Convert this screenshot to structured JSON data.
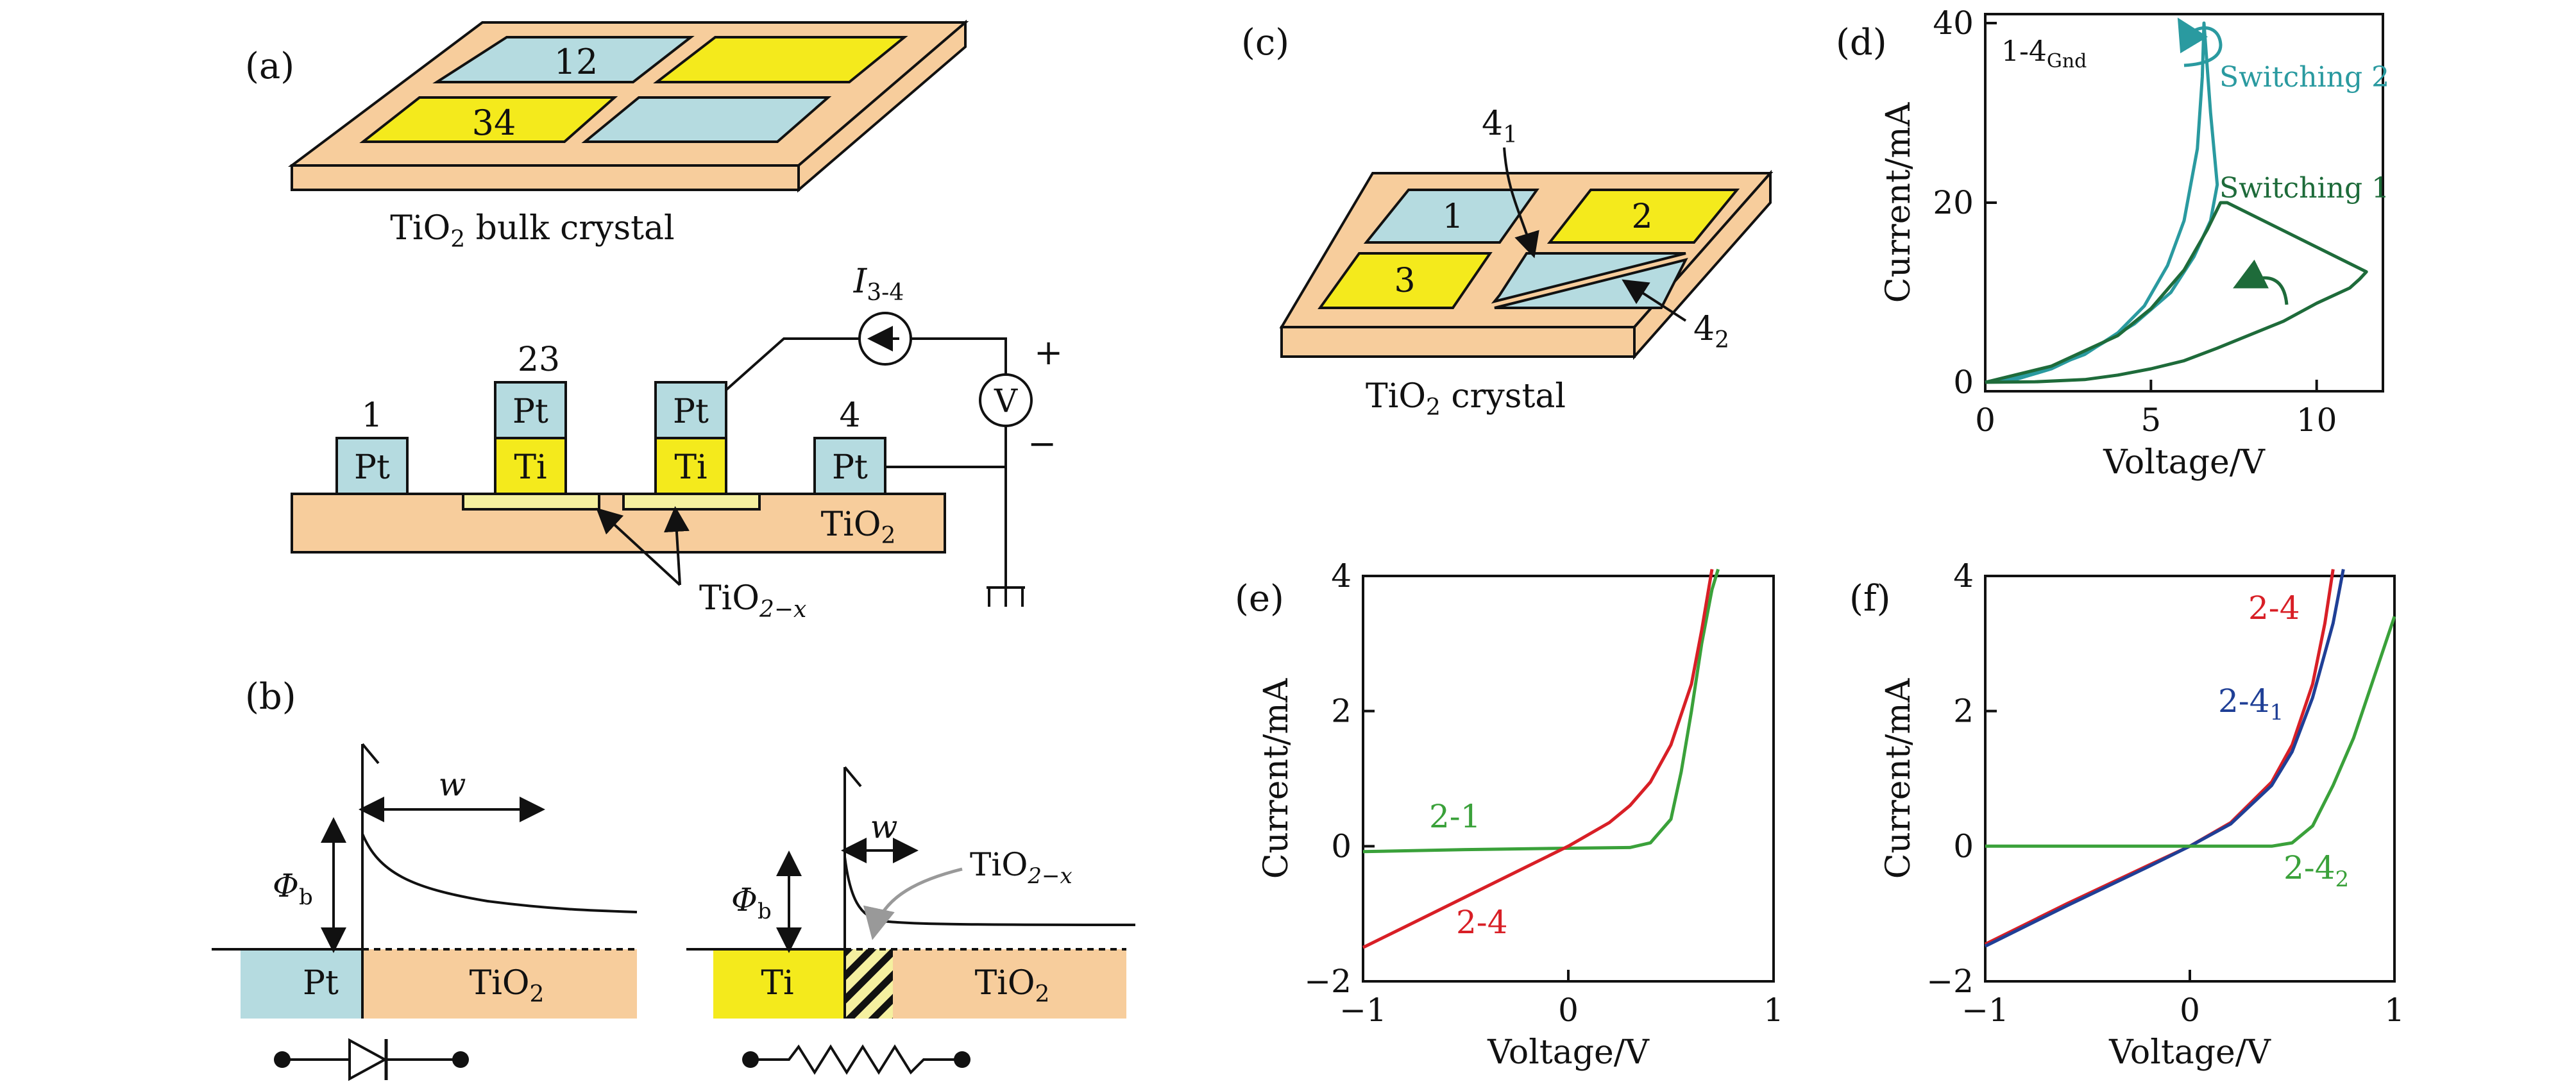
{
  "colors": {
    "tio2": "#f7cd9c",
    "pt": "#b5dbe0",
    "ti": "#f4ea1c",
    "reduced": "#f5f0a0",
    "red": "#d81f26",
    "green": "#3aa13a",
    "blue": "#1f3f96",
    "teal": "#2a9aa0",
    "darkgreen": "#1e6b3a"
  },
  "panel_a": {
    "label": "(a)",
    "pad_labels": [
      "12",
      "34"
    ],
    "crystal_caption_main": "TiO",
    "crystal_caption_sub": "2",
    "crystal_caption_rest": " bulk crystal",
    "electrode_numbers": [
      "1",
      "23",
      "4"
    ],
    "current_label_main": "I",
    "current_label_sub": "3-4",
    "voltmeter": "V",
    "plus": "+",
    "minus": "−",
    "blocks": {
      "pt": "Pt",
      "ti": "Ti"
    },
    "substrate_main": "TiO",
    "substrate_sub": "2",
    "reduced_main": "TiO",
    "reduced_sub": "2−x"
  },
  "panel_b": {
    "label": "(b)",
    "phi_main": "Φ",
    "phi_sub": "b",
    "w": "w",
    "left_metal": "Pt",
    "right_metal": "Ti",
    "oxide_main": "TiO",
    "oxide_sub": "2",
    "reduced_main": "TiO",
    "reduced_sub": "2−x"
  },
  "panel_c": {
    "label": "(c)",
    "pads": [
      "1",
      "2",
      "3"
    ],
    "callout1_main": "4",
    "callout1_sub": "1",
    "callout2_main": "4",
    "callout2_sub": "2",
    "caption_main": "TiO",
    "caption_sub": "2",
    "caption_rest": " crystal"
  },
  "chart_data": [
    {
      "panel": "(d)",
      "type": "line",
      "xlabel": "Voltage/V",
      "ylabel": "Current/mA",
      "xlim": [
        0,
        12
      ],
      "ylim": [
        -1,
        41
      ],
      "xticks": [
        0,
        5,
        10
      ],
      "yticks": [
        0,
        20,
        40
      ],
      "annotation_main": "1-4",
      "annotation_sub": "Gnd",
      "series": [
        {
          "name": "Switching 2",
          "color": "#2a9aa0",
          "x": [
            0,
            1,
            2,
            3,
            4,
            4.8,
            5.5,
            6,
            6.4,
            6.55,
            6.6,
            6.8,
            7,
            7.0,
            6.8,
            6.3,
            5.6,
            4.5,
            3.2,
            2,
            1,
            0
          ],
          "y": [
            0,
            0.6,
            1.7,
            3.1,
            5.5,
            8.5,
            13,
            18,
            26,
            34,
            40,
            30,
            22,
            22,
            18,
            14,
            10,
            6.5,
            3.6,
            1.5,
            0.4,
            0
          ]
        },
        {
          "name": "Switching 1",
          "color": "#1e6b3a",
          "x": [
            0,
            2,
            4,
            5,
            6,
            6.7,
            7.1,
            7.3,
            11.5,
            11.3,
            11,
            10,
            9,
            8,
            7,
            6,
            5,
            4,
            3,
            1.5,
            0
          ],
          "y": [
            0,
            1.8,
            5.2,
            8.2,
            12.5,
            17,
            20,
            20,
            12.3,
            11.5,
            10.5,
            8.8,
            6.8,
            5.3,
            3.8,
            2.4,
            1.5,
            0.8,
            0.3,
            0.05,
            0
          ]
        }
      ]
    },
    {
      "panel": "(e)",
      "type": "line",
      "xlabel": "Voltage/V",
      "ylabel": "Current/mA",
      "xlim": [
        -1,
        1
      ],
      "ylim": [
        -2,
        4
      ],
      "xticks": [
        -1,
        0,
        1
      ],
      "yticks": [
        -2,
        0,
        2,
        4
      ],
      "series": [
        {
          "name": "2-1",
          "color": "#3aa13a",
          "x": [
            -1,
            -0.5,
            0,
            0.3,
            0.4,
            0.5,
            0.55,
            0.6,
            0.65,
            0.7,
            0.73
          ],
          "y": [
            -0.08,
            -0.05,
            -0.03,
            -0.02,
            0.05,
            0.4,
            1.1,
            2.0,
            3.0,
            3.8,
            4.1
          ]
        },
        {
          "name": "2-4",
          "color": "#d81f26",
          "x": [
            -1,
            -0.8,
            -0.6,
            -0.4,
            -0.2,
            0,
            0.2,
            0.3,
            0.4,
            0.5,
            0.6,
            0.65,
            0.7
          ],
          "y": [
            -1.5,
            -1.2,
            -0.9,
            -0.6,
            -0.3,
            0,
            0.35,
            0.6,
            0.95,
            1.5,
            2.4,
            3.2,
            4.1
          ]
        }
      ]
    },
    {
      "panel": "(f)",
      "type": "line",
      "xlabel": "Voltage/V",
      "ylabel": "Current/mA",
      "xlim": [
        -1,
        1
      ],
      "ylim": [
        -2,
        4
      ],
      "xticks": [
        -1,
        0,
        1
      ],
      "yticks": [
        -2,
        0,
        2,
        4
      ],
      "series": [
        {
          "name": "2-4",
          "color": "#d81f26",
          "x": [
            -1,
            -0.6,
            -0.2,
            0,
            0.2,
            0.4,
            0.5,
            0.6,
            0.66,
            0.7
          ],
          "y": [
            -1.45,
            -0.85,
            -0.28,
            0,
            0.35,
            0.95,
            1.5,
            2.4,
            3.3,
            4.1
          ]
        },
        {
          "name_main": "2-4",
          "name_sub": "1",
          "color": "#1f3f96",
          "x": [
            -1,
            -0.6,
            -0.2,
            0,
            0.2,
            0.4,
            0.5,
            0.6,
            0.7,
            0.75
          ],
          "y": [
            -1.48,
            -0.88,
            -0.3,
            0,
            0.33,
            0.9,
            1.4,
            2.2,
            3.3,
            4.1
          ]
        },
        {
          "name_main": "2-4",
          "name_sub": "2",
          "color": "#3aa13a",
          "x": [
            -1,
            -0.5,
            0,
            0.4,
            0.5,
            0.6,
            0.7,
            0.8,
            0.9,
            1.0
          ],
          "y": [
            0,
            0,
            0,
            0,
            0.05,
            0.3,
            0.9,
            1.6,
            2.5,
            3.4
          ]
        }
      ]
    }
  ]
}
